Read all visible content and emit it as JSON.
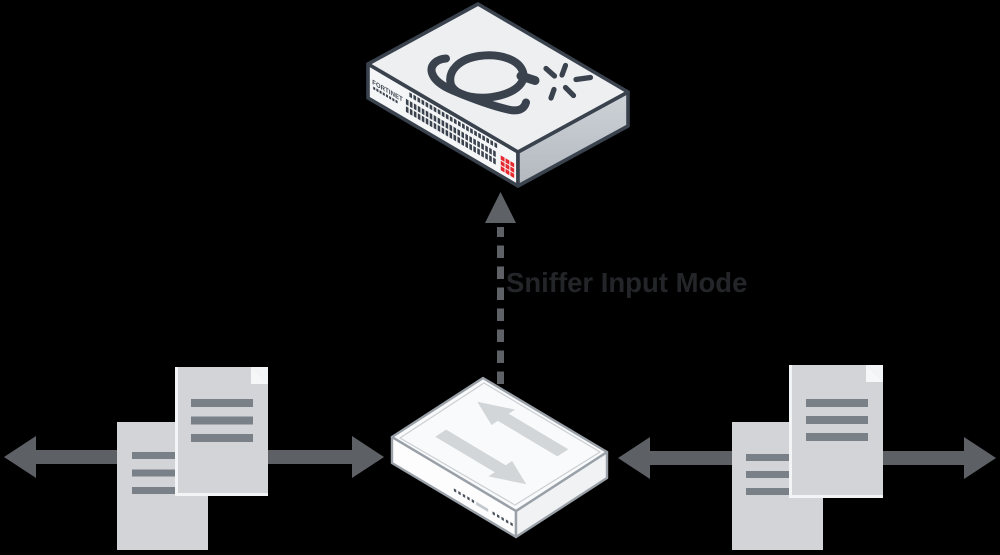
{
  "background_color": "#000000",
  "label": {
    "text": "Sniffer Input Mode",
    "color": "#232528"
  },
  "colors": {
    "outline_dark": "#3a424e",
    "appliance_top": "#edeff1",
    "appliance_front": "#f5f6f7",
    "appliance_side_top": "#ced3d8",
    "appliance_side_bottom": "#b2b8be",
    "brand_red": "#e8282f",
    "switch_outline": "#99a0a7",
    "switch_top": "#f8fafb",
    "switch_front": "#fdfdfe",
    "switch_side": "#f0f2f4",
    "switch_rim": "#ccd0d4",
    "traffic_arrow_light": "#d3d6d9",
    "arrow_gray": "#5d6065",
    "dash_gray": "#5e6267",
    "doc_fill": "#d2d4d7",
    "doc_casing": "#f2f4f5",
    "doc_fold": "#f6f7f8",
    "doc_line": "#7a8088",
    "led_dark": "#49515a",
    "label_dash": "#c3c8cd"
  },
  "fortigate": {
    "brand": "FORTINET",
    "brand_dot_count": 8,
    "vent_count": 22,
    "port_cols": 23,
    "port_rows": 2,
    "logo_grid_cols": 3,
    "logo_grid_rows": 3,
    "icon": "sniffer-spark-icon"
  },
  "switch": {
    "led_count": 10,
    "icon": "bidirectional-traffic-arrows"
  },
  "documents": {
    "left_count": 2,
    "right_count": 2,
    "lines_per_document": 3
  },
  "flows": {
    "left": "bidirectional",
    "right": "bidirectional",
    "sniffer_link": "dashed-arrow-up"
  }
}
